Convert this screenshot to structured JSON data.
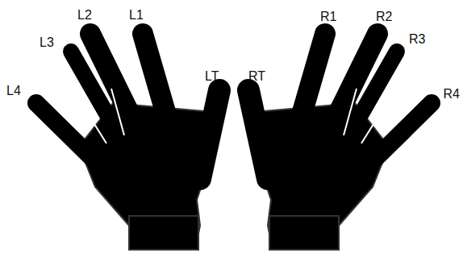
{
  "diagram": {
    "labels": [
      "L4",
      "L3",
      "L2",
      "L1",
      "LT",
      "RT",
      "R1",
      "R2",
      "R3",
      "R4"
    ]
  }
}
